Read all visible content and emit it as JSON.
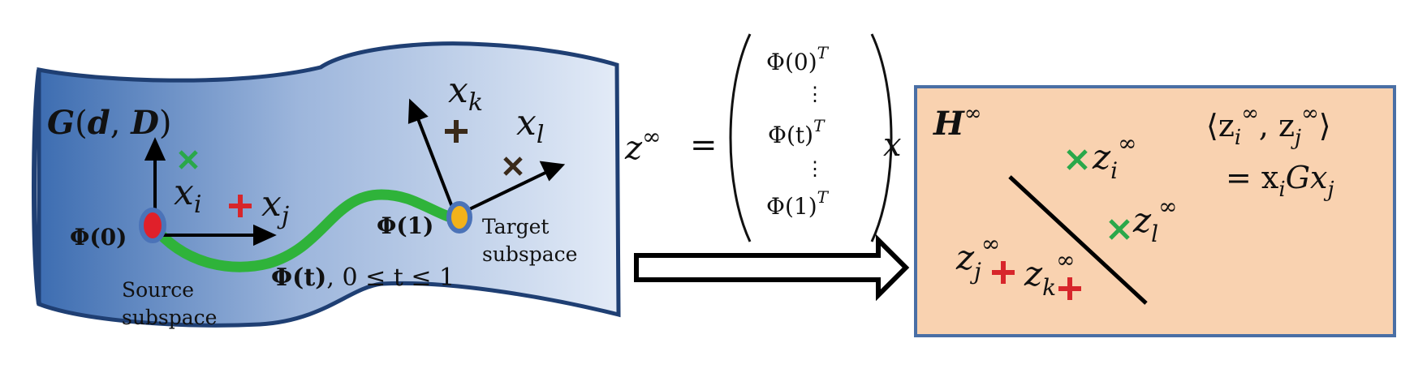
{
  "manifold": {
    "label_G": "G",
    "label_d": "d",
    "label_D": "D",
    "phi0": "Φ(0)",
    "phi1": "Φ(1)",
    "phi_t": "Φ(t)",
    "phi_t_range": ", 0 ≤ t ≤ 1",
    "source_line1": "Source",
    "source_line2": "subspace",
    "target_line1": "Target",
    "target_line2": "subspace",
    "xi": "x",
    "xi_sub": "i",
    "xj": "x",
    "xj_sub": "j",
    "xk": "x",
    "xk_sub": "k",
    "xl": "x",
    "xl_sub": "l"
  },
  "equation": {
    "lhs": "z",
    "lhs_sup": "∞",
    "equals": "=",
    "row1": "Φ(0)",
    "row1_sup": "T",
    "dots1": "⋮",
    "row2": "Φ(t)",
    "row2_sup": "T",
    "dots2": "⋮",
    "row3": "Φ(1)",
    "row3_sup": "T",
    "rhs": "x"
  },
  "hilbert": {
    "label": "H",
    "label_sup": "∞",
    "inner_product_line1": "⟨z",
    "inner_i": "i",
    "inner_sup1": "∞",
    "inner_comma": ", z",
    "inner_j": "j",
    "inner_sup2": "∞",
    "inner_close": "⟩",
    "result": "= x",
    "result_i": "i",
    "result_G": "Gx",
    "result_j": "j",
    "zi": "z",
    "zi_sub": "i",
    "zl": "z",
    "zl_sub": "l",
    "zj": "z",
    "zj_sub": "j",
    "zk": "z",
    "zk_sub": "k",
    "sup": "∞"
  },
  "colors": {
    "manifold_dark": "#3f6fb3",
    "manifold_light": "#dfe8f6",
    "manifold_edge": "#1f3f73",
    "geodesic": "#2fb33a",
    "source_dot": "#e0202a",
    "target_dot": "#f3b21a",
    "dot_ring": "#4b73b8",
    "hilbert_bg": "#f9d2b0",
    "hilbert_border": "#4a6fa5",
    "green_mark": "#2aa84a",
    "red_mark": "#d7262b",
    "dark_mark": "#3a2a1a"
  }
}
